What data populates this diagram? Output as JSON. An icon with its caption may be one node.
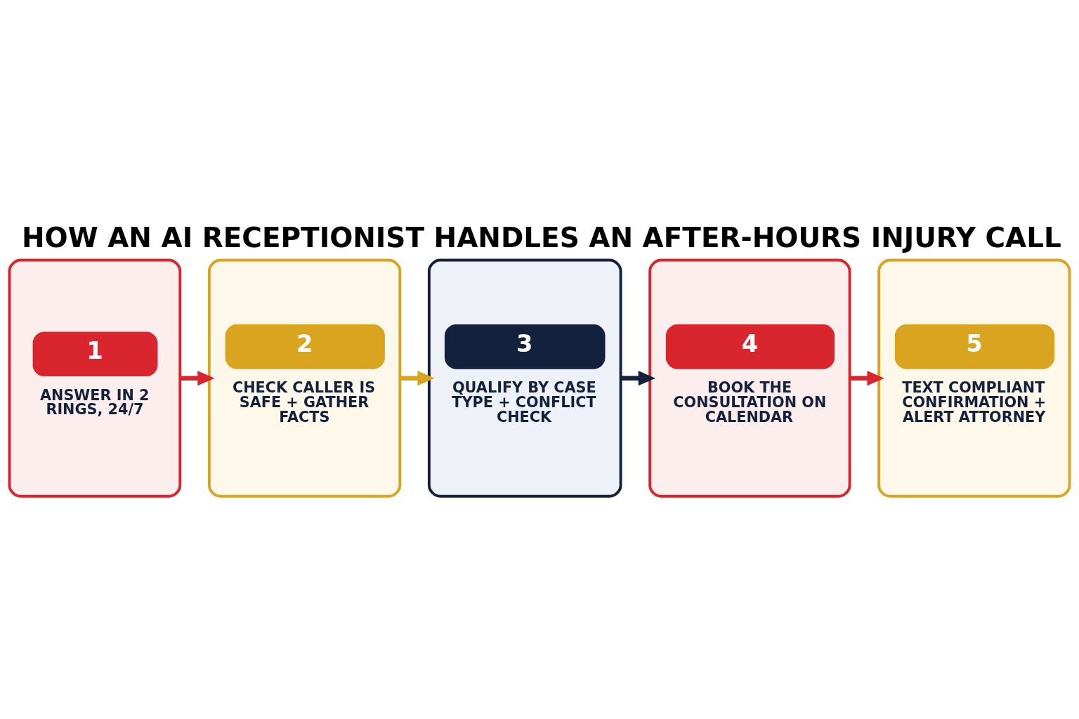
{
  "diagram": {
    "title": "HOW AN AI RECEPTIONIST HANDLES AN AFTER-HOURS INJURY CALL",
    "nodes": [
      {
        "text": [
          "1",
          "ANSWER IN 2 RINGS, 24/7"
        ]
      },
      {
        "text": [
          "2",
          "CHECK CALLER IS SAFE + GATHER FACTS"
        ]
      },
      {
        "text": [
          "3",
          "QUALIFY BY CASE TYPE + CONFLICT CHECK"
        ]
      },
      {
        "text": [
          "4",
          "BOOK THE CONSULTATION ON CALENDAR"
        ]
      },
      {
        "text": [
          "5",
          "TEXT COMPLIANT CONFIRMATION + ALERT ATTORNEY"
        ]
      }
    ],
    "edges": [
      {
        "from": 0,
        "to": 1,
        "arrow": "to"
      },
      {
        "from": 1,
        "to": 2,
        "arrow": "to",
        "color": "#d9a520"
      },
      {
        "from": 2,
        "to": 3,
        "arrow": "to",
        "color": "#13213c"
      },
      {
        "from": 3,
        "to": 4,
        "arrow": "to"
      }
    ]
  }
}
